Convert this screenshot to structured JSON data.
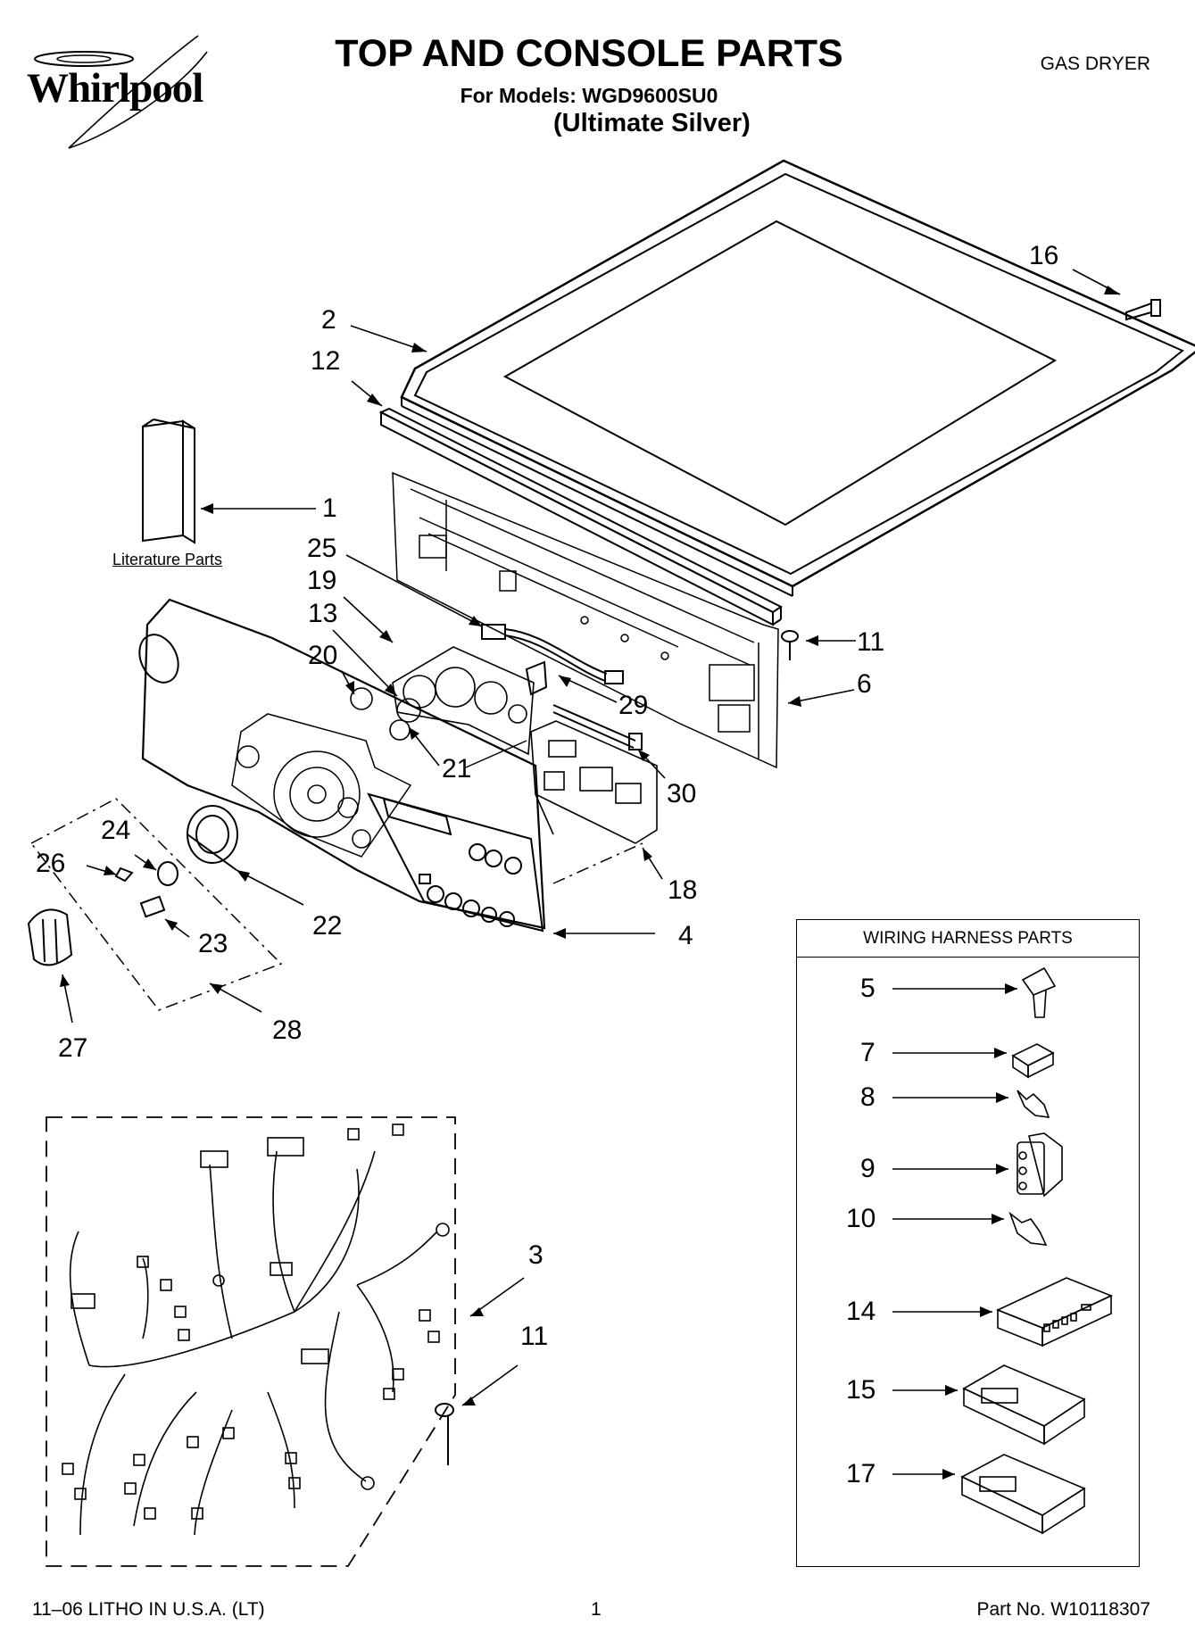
{
  "header": {
    "brand": "Whirlpool",
    "title": "TOP AND CONSOLE PARTS",
    "subtitle": "For Models: WGD9600SU0",
    "color_name": "(Ultimate Silver)",
    "product_type": "GAS DRYER"
  },
  "literature": {
    "caption": "Literature Parts"
  },
  "callouts": {
    "c1": "1",
    "c2": "2",
    "c3": "3",
    "c4": "4",
    "c6": "6",
    "c11a": "11",
    "c11b": "11",
    "c12": "12",
    "c13": "13",
    "c16": "16",
    "c18": "18",
    "c19": "19",
    "c20": "20",
    "c21": "21",
    "c22": "22",
    "c23": "23",
    "c24": "24",
    "c25": "25",
    "c26": "26",
    "c27": "27",
    "c28": "28",
    "c29": "29",
    "c30": "30"
  },
  "wiring_harness": {
    "title": "WIRING HARNESS PARTS",
    "items": [
      "5",
      "7",
      "8",
      "9",
      "10",
      "14",
      "15",
      "17"
    ]
  },
  "footer": {
    "litho": "11–06 LITHO IN U.S.A. (LT)",
    "page": "1",
    "part_no": "Part No. W10118307"
  }
}
